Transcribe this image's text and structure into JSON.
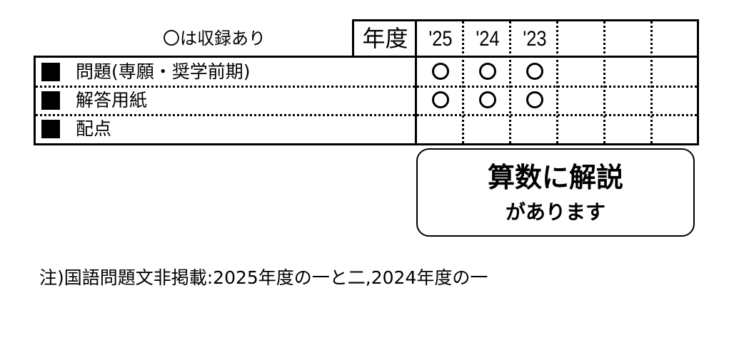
{
  "legend": {
    "text": "〇は収録あり"
  },
  "table": {
    "year_header_label": "年度",
    "years": [
      "'25",
      "'24",
      "'23",
      "",
      "",
      ""
    ],
    "rows": [
      {
        "label": "問題(専願・奨学前期)",
        "marks": [
          true,
          true,
          true,
          false,
          false,
          false
        ]
      },
      {
        "label": "解答用紙",
        "marks": [
          true,
          true,
          true,
          false,
          false,
          false
        ]
      },
      {
        "label": "配点",
        "marks": [
          false,
          false,
          false,
          false,
          false,
          false
        ]
      }
    ]
  },
  "callout": {
    "line1": "算数に解説",
    "line2": "があります"
  },
  "note": {
    "text": "注)国語問題文非掲載:2025年度の一と二,2024年度の一"
  }
}
